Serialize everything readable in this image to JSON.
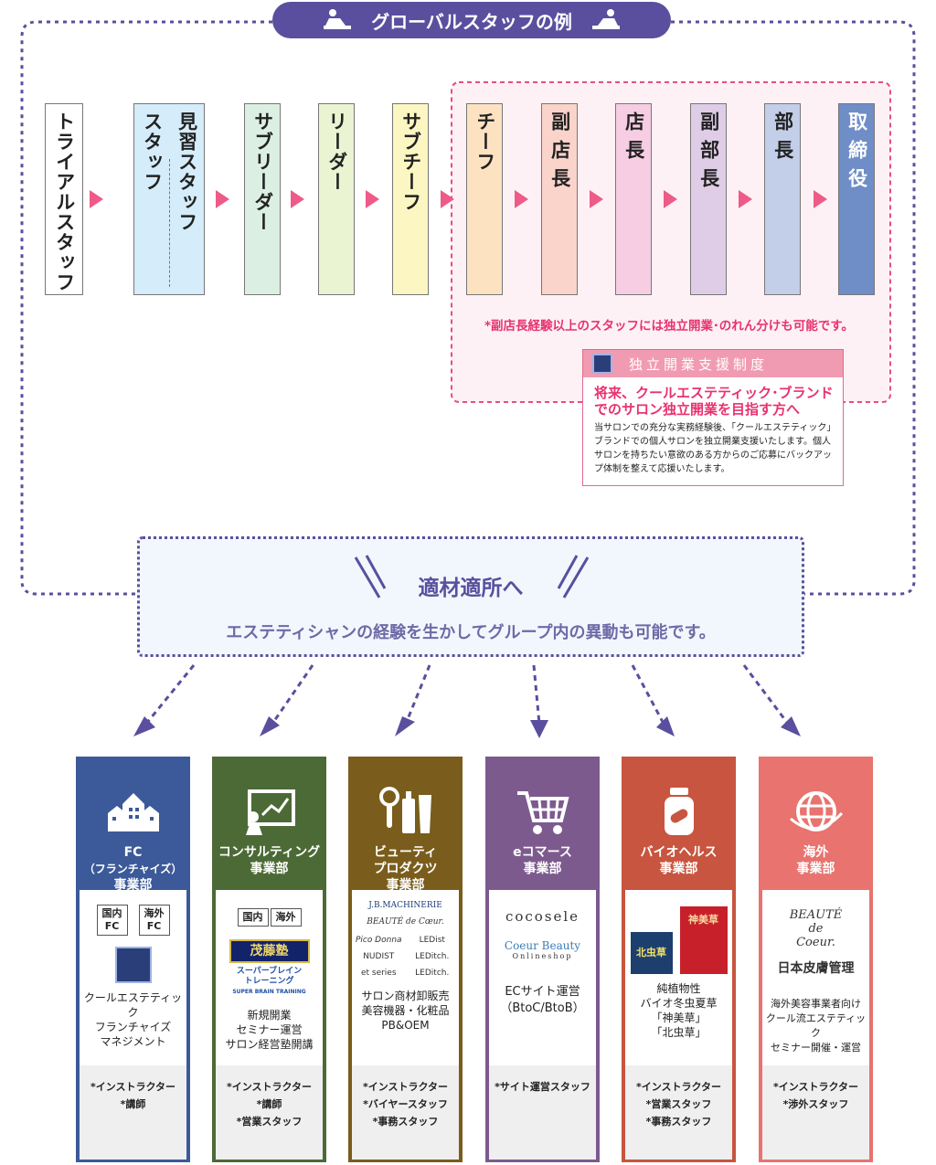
{
  "header": {
    "title": "グローバルスタッフの例"
  },
  "career": [
    {
      "label": "トライアルスタッフ",
      "color": "#ffffff"
    },
    {
      "label_a": "スタッフ",
      "label_b": "見習スタッフ",
      "color": "#d5ecfa"
    },
    {
      "label": "サブリーダー",
      "color": "#dcefe3"
    },
    {
      "label": "リーダー",
      "color": "#eaf3d2"
    },
    {
      "label": "サブチーフ",
      "color": "#fcf6c2"
    },
    {
      "label": "チーフ",
      "color": "#fde2c2"
    },
    {
      "label": "副店長",
      "color": "#fad3cb"
    },
    {
      "label": "店長",
      "color": "#f7cde3"
    },
    {
      "label": "副部長",
      "color": "#dfcde7"
    },
    {
      "label": "部長",
      "color": "#c3cfe8"
    },
    {
      "label": "取締役",
      "color": "#6f8dc7"
    }
  ],
  "note": "*副店長経験以上のスタッフには独立開業･のれん分けも可能です。",
  "support": {
    "head": "独立開業支援制度",
    "title_1": "将来、クールエステティック･ブランド",
    "title_2": "でのサロン独立開業を目指す方へ",
    "body": "当サロンでの充分な実務経験後、｢クールエステティック｣ブランドでの個人サロンを独立開業支援いたします。個人サロンを持ちたい意欲のある方からのご応募にバックアップ体制を整えて応援いたします。"
  },
  "center": {
    "title": "適材適所へ",
    "subtitle": "エステティシャンの経験を生かしてグループ内の異動も可能です。"
  },
  "divisions": [
    {
      "name_1": "FC",
      "name_2": "（フランチャイズ）",
      "name_3": "事業部",
      "color": "#3c5a99",
      "tag_1": "国内",
      "tag_2": "FC",
      "tag_3": "海外",
      "tag_4": "FC",
      "desc": [
        "クールエステティック",
        "フランチャイズ",
        "マネジメント"
      ],
      "roles": [
        "*インストラクター",
        "*講師"
      ]
    },
    {
      "name_1": "コンサルティング",
      "name_2": "事業部",
      "color": "#4c6a36",
      "tag_1": "国内",
      "tag_2": "海外",
      "logo_1": "茂藤塾",
      "logo_2": "スーパーブレイン",
      "logo_3": "トレーニング",
      "logo_4": "SUPER BRAIN TRAINING",
      "desc": [
        "新規開業",
        "セミナー運営",
        "サロン経営塾開講"
      ],
      "roles": [
        "*インストラクター",
        "*講師",
        "*営業スタッフ"
      ]
    },
    {
      "name_1": "ビューティ",
      "name_2": "プロダクツ",
      "name_3": "事業部",
      "color": "#7a5d1c",
      "logo_1": "J.B.MACHINERIE",
      "logo_2": "BEAUTÉ de Cœur.",
      "logo_3": "Pico Donna",
      "logo_4": "LEDist",
      "logo_5": "NUDIST",
      "logo_6": "LEDitch.",
      "logo_7": "et series",
      "logo_8": "LEDitch.",
      "desc": [
        "サロン商材卸販売",
        "美容機器・化粧品",
        "PB&OEM"
      ],
      "roles": [
        "*インストラクター",
        "*バイヤースタッフ",
        "*事務スタッフ"
      ]
    },
    {
      "name_1": "eコマース",
      "name_2": "事業部",
      "color": "#7d5a8e",
      "logo_1": "cocosele",
      "logo_2": "Coeur Beauty",
      "logo_3": "Onlineshop",
      "desc": [
        "ECサイト運営",
        "（BtoC/BtoB）"
      ],
      "roles": [
        "*サイト運営スタッフ"
      ]
    },
    {
      "name_1": "バイオヘルス",
      "name_2": "事業部",
      "color": "#c8553f",
      "logo_1": "北虫草",
      "logo_2": "神美草",
      "desc": [
        "純植物性",
        "バイオ冬虫夏草",
        "｢神美草｣",
        "｢北虫草｣"
      ],
      "roles": [
        "*インストラクター",
        "*営業スタッフ",
        "*事務スタッフ"
      ]
    },
    {
      "name_1": "海外",
      "name_2": "事業部",
      "color": "#e8736f",
      "logo_1": "BEAUTÉ",
      "logo_2": "de",
      "logo_3": "Coeur.",
      "logo_4": "日本皮膚管理",
      "desc": [
        "海外美容事業者向け",
        "クール流エステティック",
        "セミナー開催・運営"
      ],
      "roles": [
        "*インストラクター",
        "*渉外スタッフ"
      ]
    }
  ]
}
